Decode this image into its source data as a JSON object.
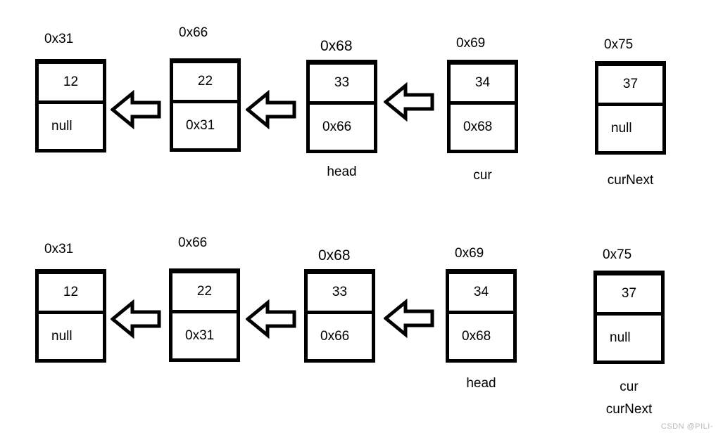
{
  "diagram": {
    "type": "linked-list-reversal-steps",
    "pointer_direction": "left",
    "rows": [
      {
        "nodes": [
          {
            "address": "0x31",
            "value": "12",
            "next": "null"
          },
          {
            "address": "0x66",
            "value": "22",
            "next": "0x31"
          },
          {
            "address": "0x68",
            "value": "33",
            "next": "0x66",
            "label": "head"
          },
          {
            "address": "0x69",
            "value": "34",
            "next": "0x68",
            "label": "cur"
          },
          {
            "address": "0x75",
            "value": "37",
            "next": "null",
            "label": "curNext"
          }
        ]
      },
      {
        "nodes": [
          {
            "address": "0x31",
            "value": "12",
            "next": "null"
          },
          {
            "address": "0x66",
            "value": "22",
            "next": "0x31"
          },
          {
            "address": "0x68",
            "value": "33",
            "next": "0x66"
          },
          {
            "address": "0x69",
            "value": "34",
            "next": "0x68",
            "label": "head"
          },
          {
            "address": "0x75",
            "value": "37",
            "next": "null",
            "labels": [
              "cur",
              "curNext"
            ]
          }
        ]
      }
    ]
  },
  "watermark": "CSDN @PILI-",
  "colors": {
    "ink": "#000000",
    "background": "#ffffff",
    "watermark": "#b9b9c0"
  }
}
